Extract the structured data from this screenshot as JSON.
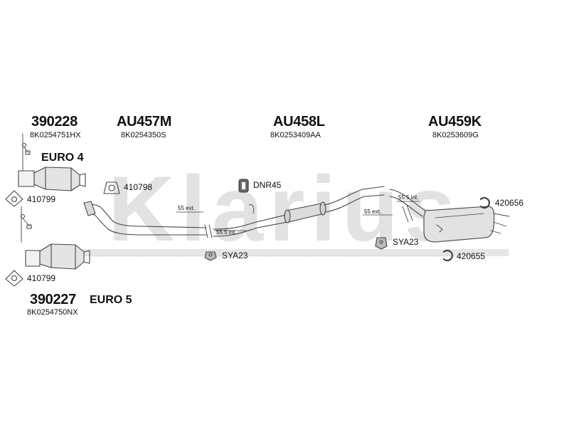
{
  "watermark": "Klarius",
  "sections": [
    {
      "part_number": "390228",
      "oe_number": "8K0254751HX"
    },
    {
      "part_number": "AU457M",
      "oe_number": "8K0254350S"
    },
    {
      "part_number": "AU458L",
      "oe_number": "8K0253409AA"
    },
    {
      "part_number": "AU459K",
      "oe_number": "8K0253609G"
    },
    {
      "part_number": "390227",
      "oe_number": "8K0254750NX"
    }
  ],
  "euro_labels": [
    "EURO 4",
    "EURO 5"
  ],
  "fittings": [
    {
      "code": "410799"
    },
    {
      "code": "410798"
    },
    {
      "code": "410799"
    },
    {
      "code": "DNR45"
    },
    {
      "code": "SYA23"
    },
    {
      "code": "SYA23"
    },
    {
      "code": "420656"
    },
    {
      "code": "420655"
    }
  ],
  "measurements": [
    "55 ext.",
    "55.5 int.",
    "55.5 int.",
    "55 ext."
  ]
}
